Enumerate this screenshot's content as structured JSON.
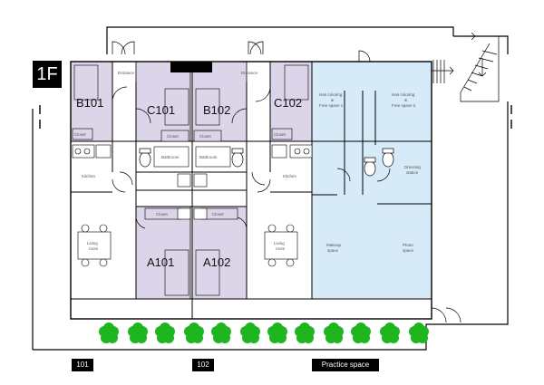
{
  "floor_label": "1F",
  "rooms": {
    "b101": "B101",
    "c101": "C101",
    "b102": "B102",
    "c102": "C102",
    "a101": "A101",
    "a102": "A102"
  },
  "small_labels": {
    "entrance": "Entrance",
    "closet": "Closet",
    "kitchen": "Kitchen",
    "living": "Living",
    "room": "room",
    "bathroom": "Bathroom",
    "hair1a": "Hair coloring",
    "hair1b": "&",
    "hair1c": "Free space 1",
    "hair2a": "Hair coloring",
    "hair2b": "&",
    "hair2c": "Free space 2",
    "dressing1": "Dressing",
    "dressing2": "station",
    "makeup1": "Makeup",
    "makeup2": "space",
    "photo1": "Photo",
    "photo2": "space"
  },
  "footer": {
    "label_101": "101",
    "label_102": "102",
    "label_practice": "Practice space"
  },
  "colors": {
    "private_room": "#dcd4e8",
    "practice_space": "#d6eaf8",
    "tree": "#1fb51f",
    "line": "#000000"
  }
}
